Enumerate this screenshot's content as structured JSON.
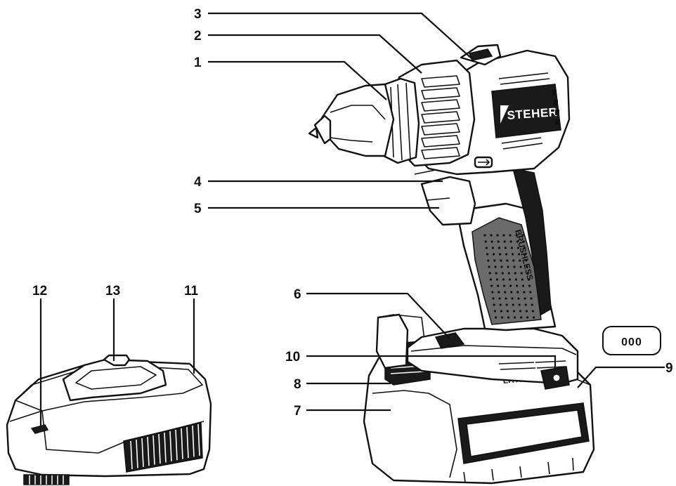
{
  "brand": "STEHER",
  "grip_text": "BRUSHLESS",
  "battery_text": "LITHIUM",
  "indicator_text": "000",
  "callouts": [
    {
      "id": "1",
      "label": "1"
    },
    {
      "id": "2",
      "label": "2"
    },
    {
      "id": "3",
      "label": "3"
    },
    {
      "id": "4",
      "label": "4"
    },
    {
      "id": "5",
      "label": "5"
    },
    {
      "id": "6",
      "label": "6"
    },
    {
      "id": "7",
      "label": "7"
    },
    {
      "id": "8",
      "label": "8"
    },
    {
      "id": "9",
      "label": "9"
    },
    {
      "id": "10",
      "label": "10"
    },
    {
      "id": "11",
      "label": "11"
    },
    {
      "id": "12",
      "label": "12"
    },
    {
      "id": "13",
      "label": "13"
    }
  ]
}
